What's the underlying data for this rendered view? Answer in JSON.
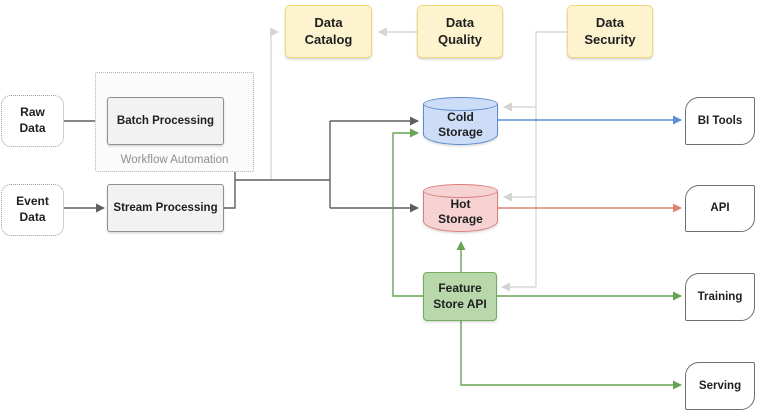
{
  "nodes": {
    "raw_data": "Raw Data",
    "event_data": "Event Data",
    "batch_processing": "Batch Processing",
    "stream_processing": "Stream Processing",
    "workflow_automation": "Workflow Automation",
    "data_catalog": "Data Catalog",
    "data_quality": "Data Quality",
    "data_security": "Data Security",
    "cold_storage": "Cold Storage",
    "hot_storage": "Hot Storage",
    "feature_store_api": "Feature Store API",
    "bi_tools": "BI Tools",
    "api": "API",
    "training": "Training",
    "serving": "Serving"
  },
  "edges": [
    {
      "from": "Raw Data",
      "to": "Batch Processing",
      "color": "dark"
    },
    {
      "from": "Event Data",
      "to": "Stream Processing",
      "color": "dark"
    },
    {
      "from": "Batch Processing",
      "to": "Cold Storage",
      "color": "dark"
    },
    {
      "from": "Stream Processing",
      "to": "Hot Storage",
      "color": "dark"
    },
    {
      "from": "Processing trunk",
      "to": "Data Catalog",
      "color": "light"
    },
    {
      "from": "Data Quality",
      "to": "Data Catalog",
      "color": "light"
    },
    {
      "from": "Data Security",
      "to": "Cold Storage",
      "color": "light"
    },
    {
      "from": "Data Security",
      "to": "Hot Storage",
      "color": "light"
    },
    {
      "from": "Data Security",
      "to": "Feature Store API",
      "color": "light"
    },
    {
      "from": "Feature Store API",
      "to": "Cold Storage",
      "color": "green"
    },
    {
      "from": "Feature Store API",
      "to": "Hot Storage",
      "color": "green"
    },
    {
      "from": "Feature Store API",
      "to": "Training",
      "color": "green"
    },
    {
      "from": "Feature Store API",
      "to": "Serving",
      "color": "green"
    },
    {
      "from": "Cold Storage",
      "to": "BI Tools",
      "color": "blue"
    },
    {
      "from": "Hot Storage",
      "to": "API",
      "color": "red"
    }
  ],
  "colors": {
    "governance_fill": "#fdf3cf",
    "governance_border": "#f3d77b",
    "cold_fill": "#cdddf7",
    "cold_border": "#5b8bd0",
    "hot_fill": "#f6d2d2",
    "hot_border": "#dd7e7e",
    "feature_fill": "#b8d7aa",
    "feature_border": "#76ab61",
    "edge_dark": "#5f5f5f",
    "edge_light": "#d8d8d8",
    "edge_green": "#67a355",
    "edge_blue": "#5c8fd6",
    "edge_red": "#e0826e"
  }
}
